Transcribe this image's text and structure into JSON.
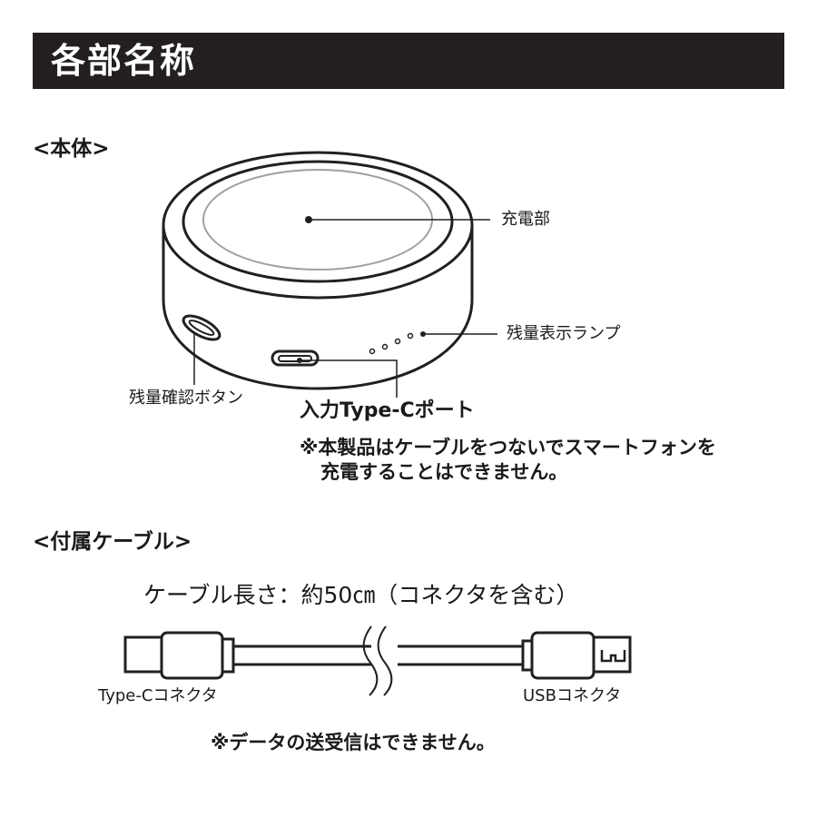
{
  "header": {
    "title": "各部名称"
  },
  "body_section": {
    "heading": "<本体>",
    "labels": {
      "charging": "充電部",
      "battery_lamp": "残量表示ランプ",
      "battery_button": "残量確認ボタン",
      "input_port": "入力Type-Cポート"
    },
    "note_lines": [
      "※本製品はケーブルをつないでスマートフォンを",
      "充電することはできません。"
    ]
  },
  "cable_section": {
    "heading": "<付属ケーブル>",
    "length_text": "ケーブル長さ：約50㎝（コネクタを含む）",
    "typec_label": "Type-Cコネクタ",
    "usb_label": "USBコネクタ",
    "note": "※データの送受信はできません。"
  },
  "colors": {
    "header_background": "#231f20",
    "header_text": "#ffffff",
    "line": "#231f20",
    "charging_pad_outline": "#a0a0a0"
  }
}
